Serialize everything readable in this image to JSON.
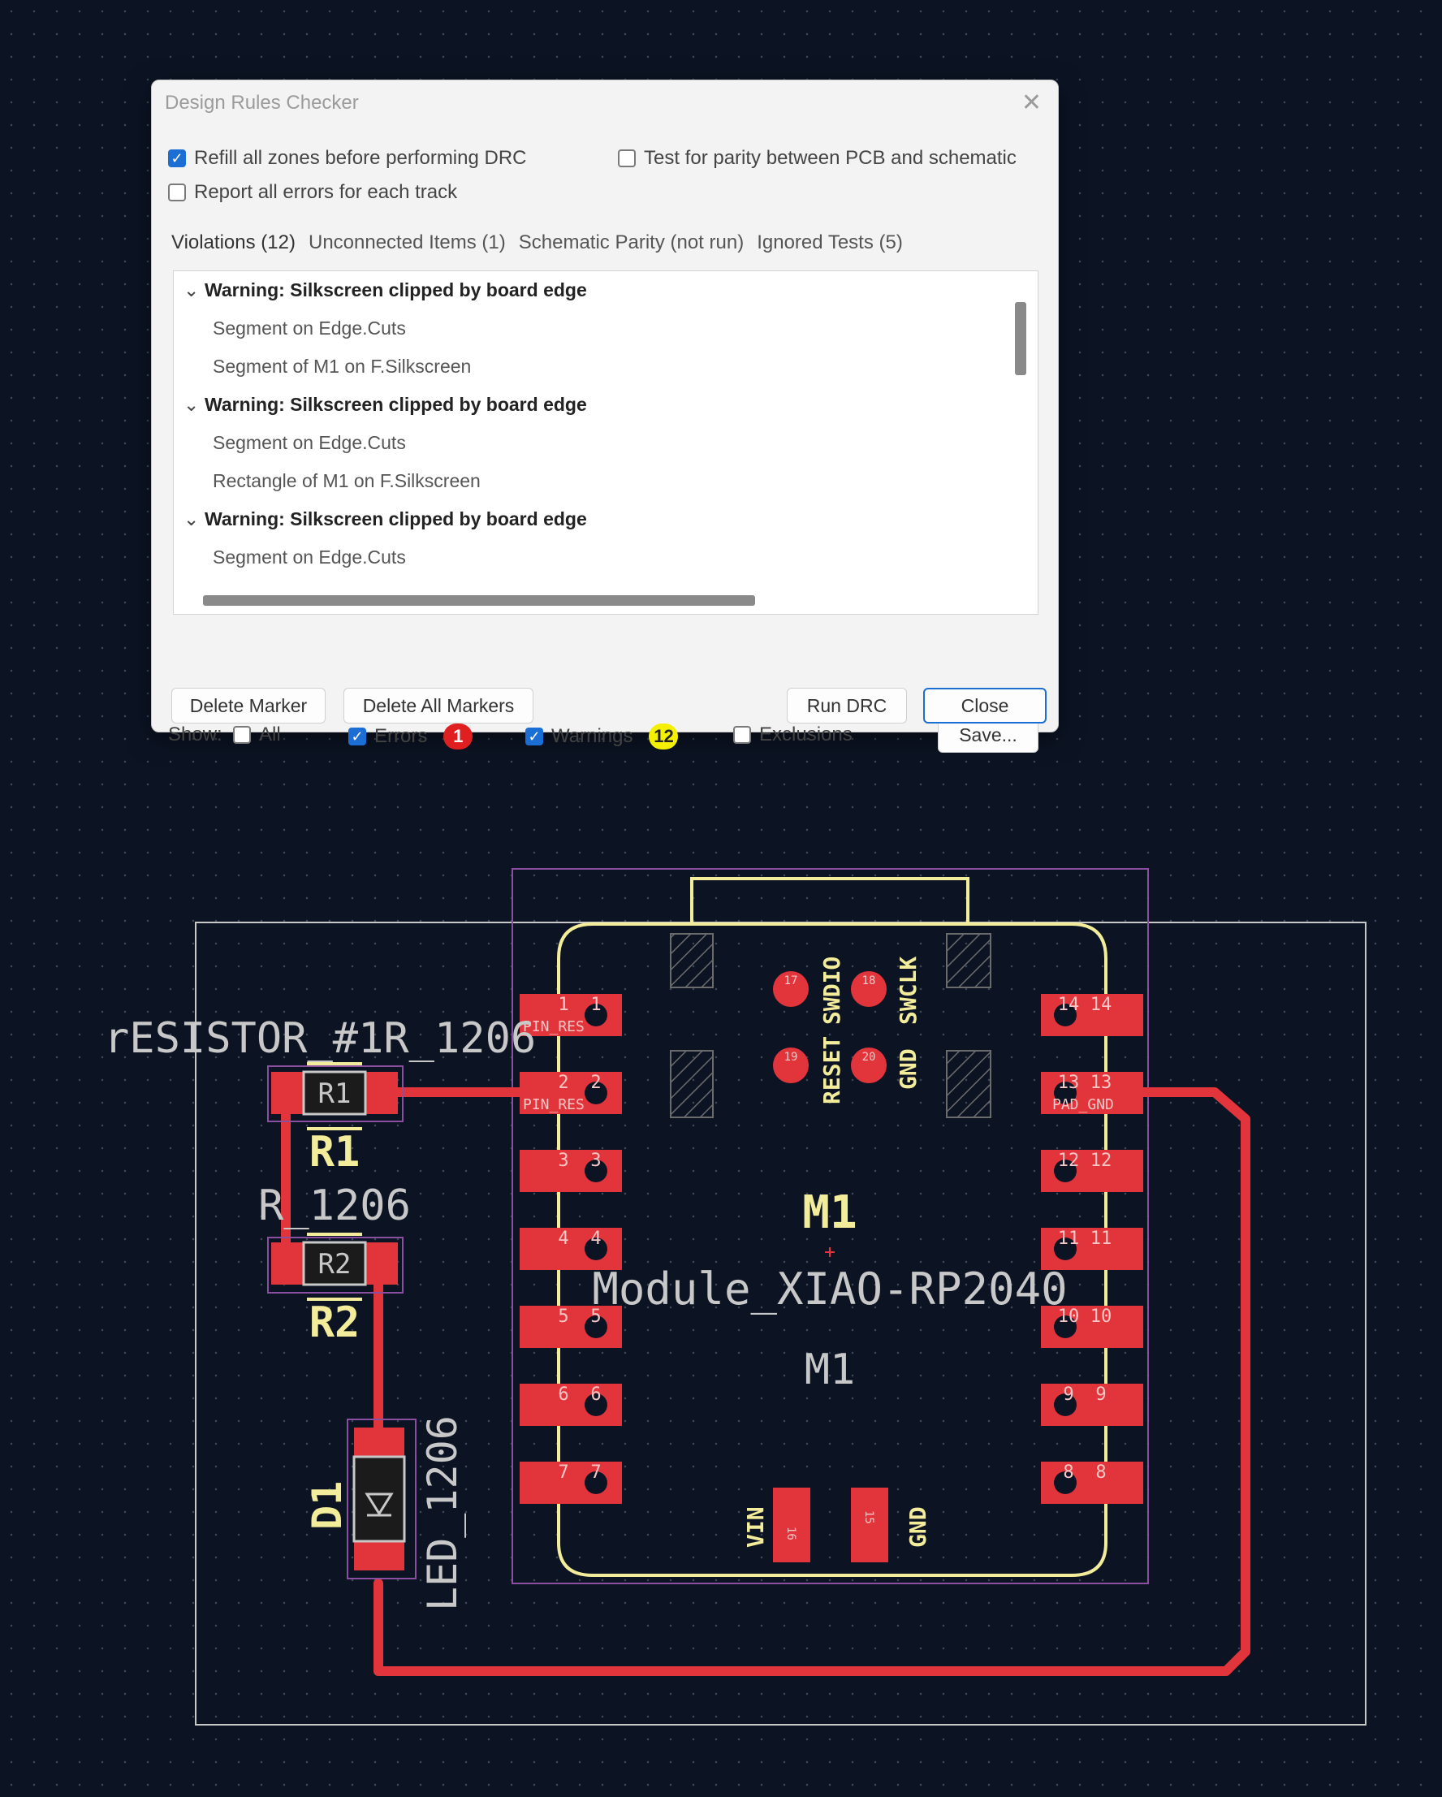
{
  "dialog": {
    "title": "Design Rules Checker",
    "options": {
      "refill_zones": {
        "label": "Refill all zones before performing DRC",
        "checked": true
      },
      "report_all_errors": {
        "label": "Report all errors for each track",
        "checked": false
      },
      "test_parity": {
        "label": "Test for parity between PCB and schematic",
        "checked": false
      }
    },
    "tabs": [
      {
        "label": "Violations (12)",
        "active": true
      },
      {
        "label": "Unconnected Items (1)",
        "active": false
      },
      {
        "label": "Schematic Parity (not run)",
        "active": false
      },
      {
        "label": "Ignored Tests (5)",
        "active": false
      }
    ],
    "violations": [
      {
        "title": "Warning: Silkscreen clipped by board edge",
        "items": [
          "Segment on Edge.Cuts",
          "Segment of M1 on F.Silkscreen"
        ]
      },
      {
        "title": "Warning: Silkscreen clipped by board edge",
        "items": [
          "Segment on Edge.Cuts",
          "Rectangle of M1 on F.Silkscreen"
        ]
      },
      {
        "title": "Warning: Silkscreen clipped by board edge",
        "items": [
          "Segment on Edge.Cuts"
        ]
      }
    ],
    "filter": {
      "show_label": "Show:",
      "all": {
        "label": "All",
        "checked": false
      },
      "errors": {
        "label": "Errors",
        "checked": true,
        "count": "1"
      },
      "warnings": {
        "label": "Warnings",
        "checked": true,
        "count": "12"
      },
      "exclusions": {
        "label": "Exclusions",
        "checked": false
      }
    },
    "buttons": {
      "save": "Save...",
      "delete_marker": "Delete Marker",
      "delete_all_markers": "Delete All Markers",
      "run_drc": "Run DRC",
      "close": "Close"
    }
  },
  "pcb": {
    "colors": {
      "background": "#0c1424",
      "copper": "#e2353b",
      "silkscreen": "#f2ec9b",
      "edge": "#c8c8c8",
      "courtyard": "#8a4fa0"
    },
    "resistor_label": "rESISTOR_#1R_1206",
    "r1_ref": "R1",
    "r1_value": "R1",
    "r_1206": "R_1206",
    "r2_ref": "R2",
    "r2_value": "R2",
    "d1_ref": "D1",
    "led_value": "LED_1206",
    "module_ref": "M1",
    "module_value": "Module_XIAO-RP2040",
    "module_ref2": "M1",
    "left_pins": [
      "1",
      "2",
      "3",
      "4",
      "5",
      "6",
      "7"
    ],
    "right_pins": [
      "14",
      "13",
      "12",
      "11",
      "10",
      "9",
      "8"
    ],
    "left_pin_nets": [
      "PIN_RES",
      "PIN_RES"
    ],
    "right_pin_net": "PAD_GND",
    "top_pads": [
      "17",
      "18",
      "19",
      "20"
    ],
    "top_labels": {
      "reset": "RESET",
      "swdio": "SWDIO",
      "gnd": "GND",
      "swclk": "SWCLK"
    },
    "bottom_labels": {
      "vin": "VIN",
      "gnd": "GND"
    },
    "bottom_pads": [
      "16",
      "15"
    ]
  }
}
